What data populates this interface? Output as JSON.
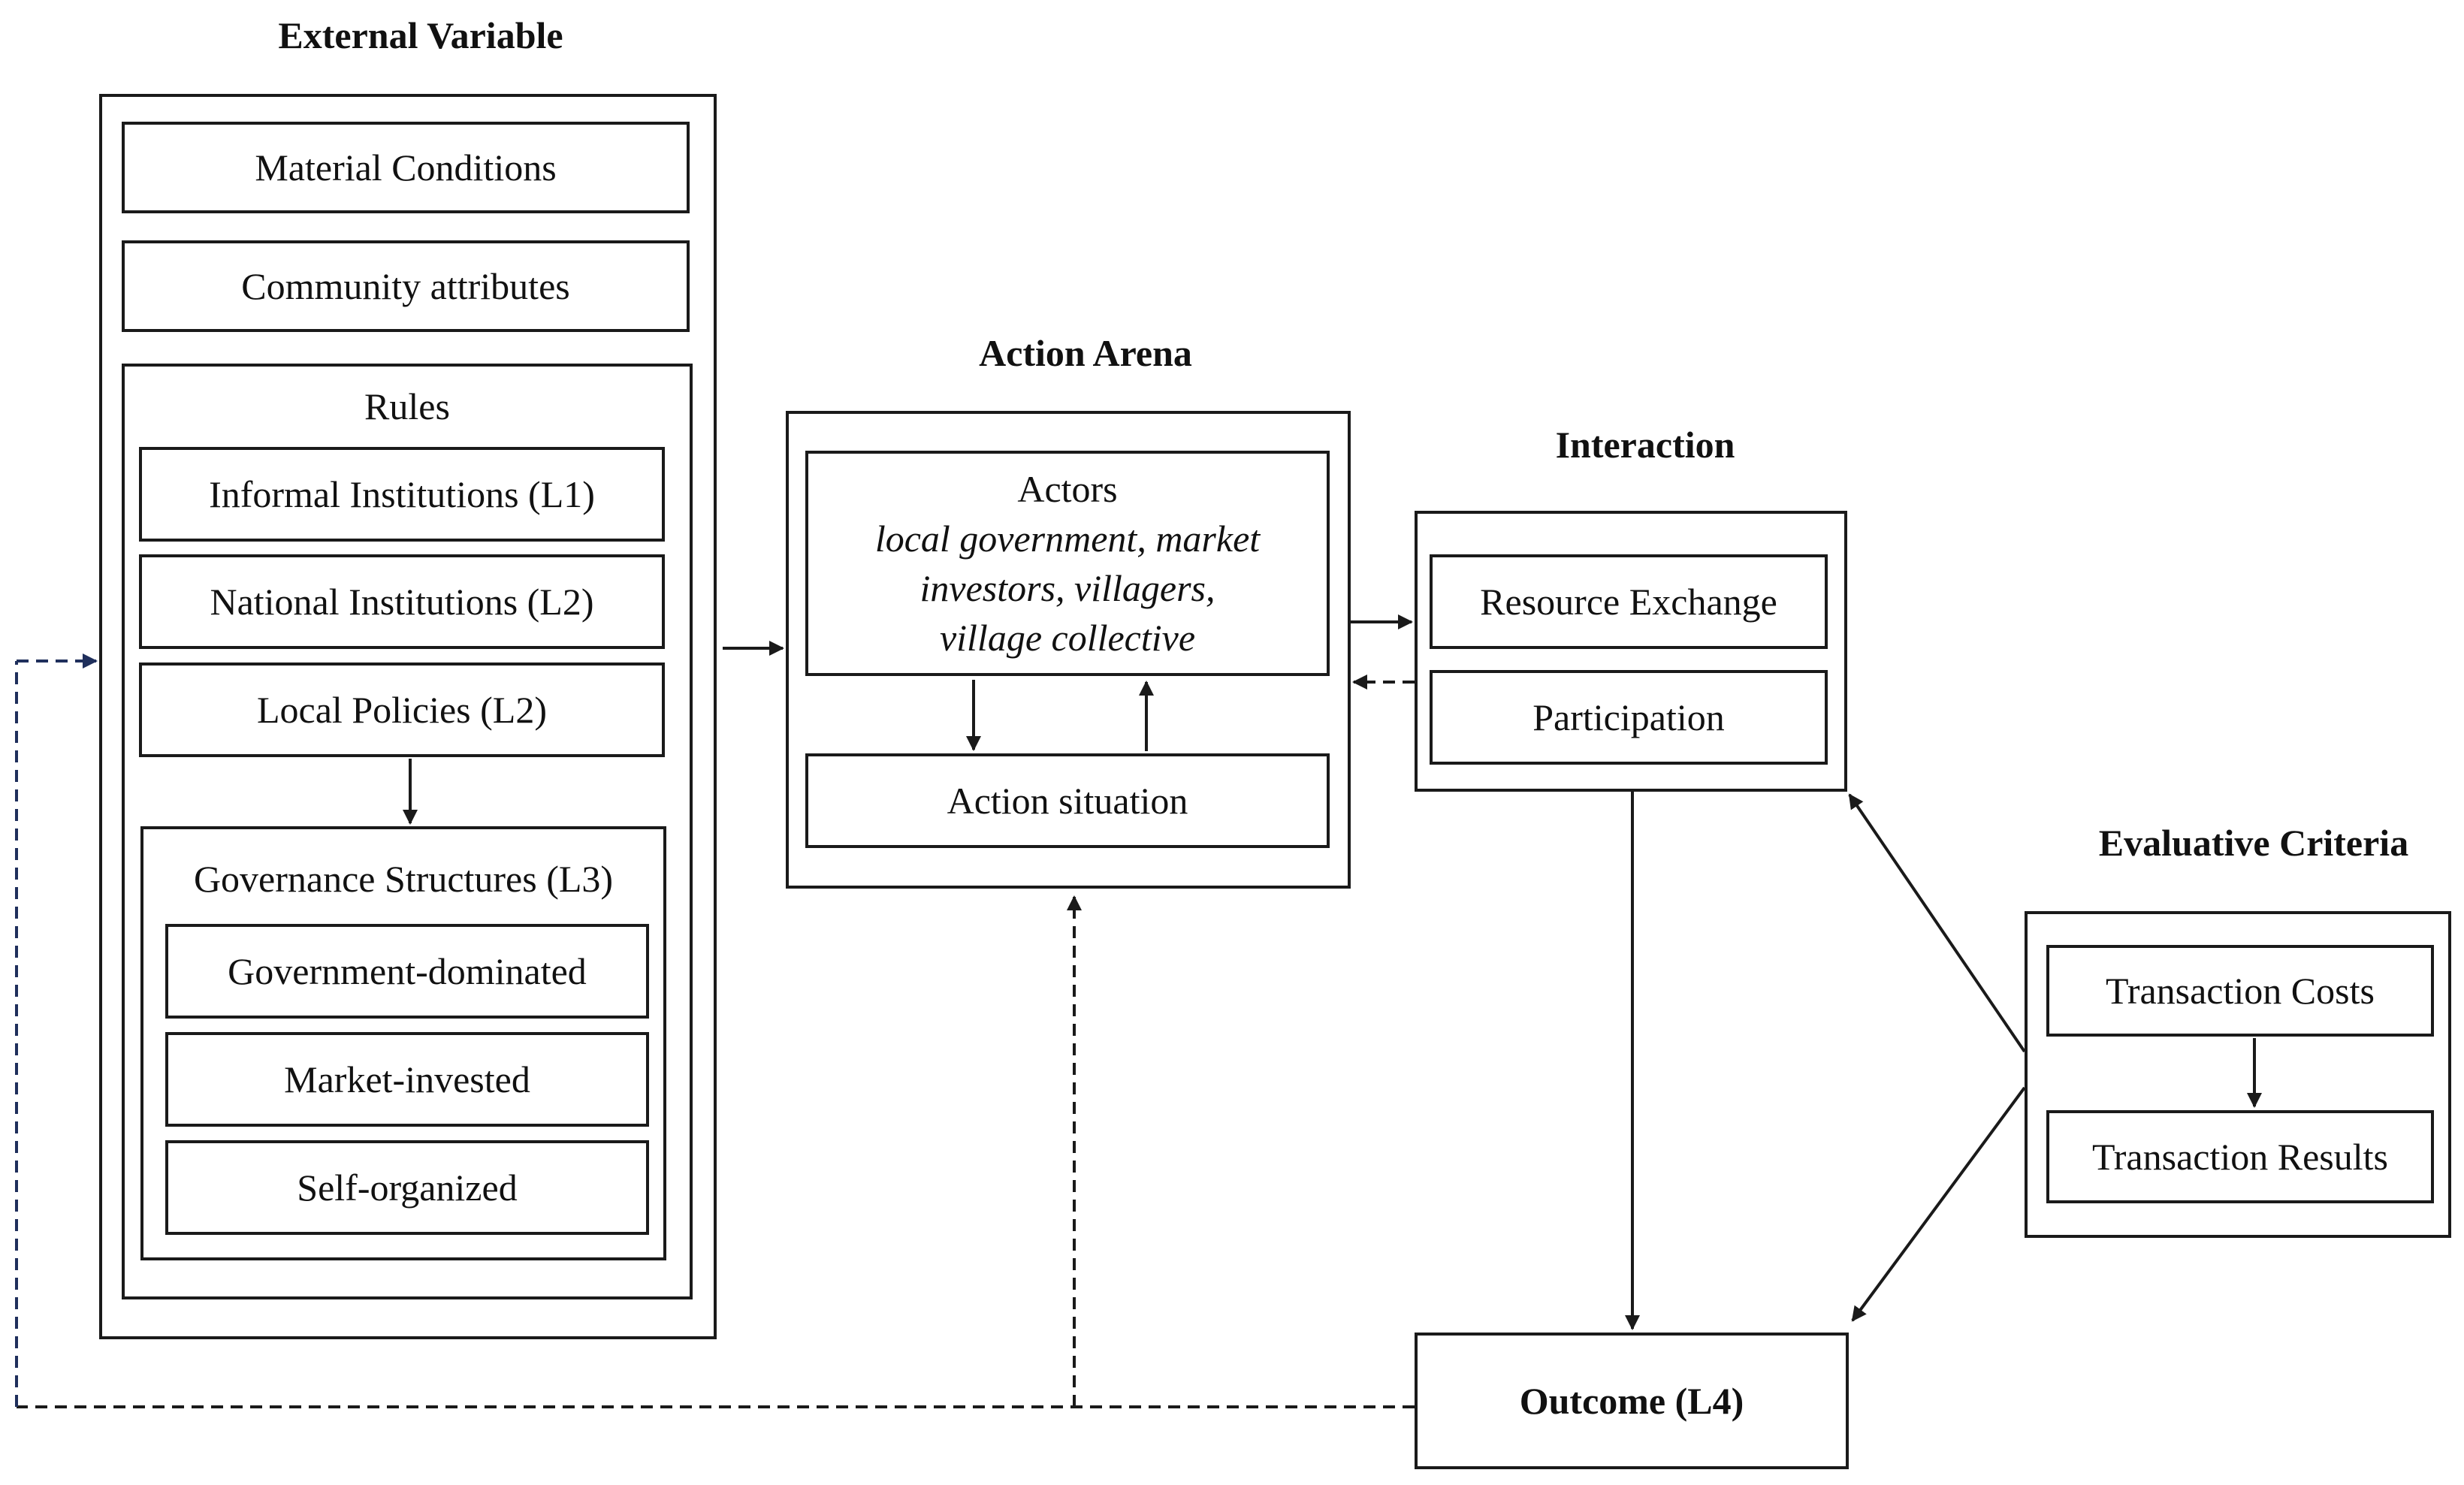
{
  "colors": {
    "stroke": "#1a1a1a",
    "feedback_dash": "#1f2f5c"
  },
  "external_variable": {
    "title": "External Variable",
    "material_conditions": "Material Conditions",
    "community_attributes": "Community attributes",
    "rules": {
      "title": "Rules",
      "informal_institutions": "Informal Institutions (L1)",
      "national_institutions": "National Institutions (L2)",
      "local_policies": "Local Policies (L2)",
      "governance": {
        "title": "Governance  Structures (L3)",
        "items": [
          "Government-dominated",
          "Market-invested",
          "Self-organized"
        ]
      }
    }
  },
  "action_arena": {
    "title": "Action Arena",
    "actors_title": "Actors",
    "actors_lines": [
      "local government, market",
      "investors, villagers,",
      "village collective"
    ],
    "action_situation": "Action situation"
  },
  "interaction": {
    "title": "Interaction",
    "resource_exchange": "Resource Exchange",
    "participation": "Participation"
  },
  "evaluative_criteria": {
    "title": "Evaluative Criteria",
    "transaction_costs": "Transaction Costs",
    "transaction_results": "Transaction Results"
  },
  "outcome": {
    "label": "Outcome (L4)"
  }
}
